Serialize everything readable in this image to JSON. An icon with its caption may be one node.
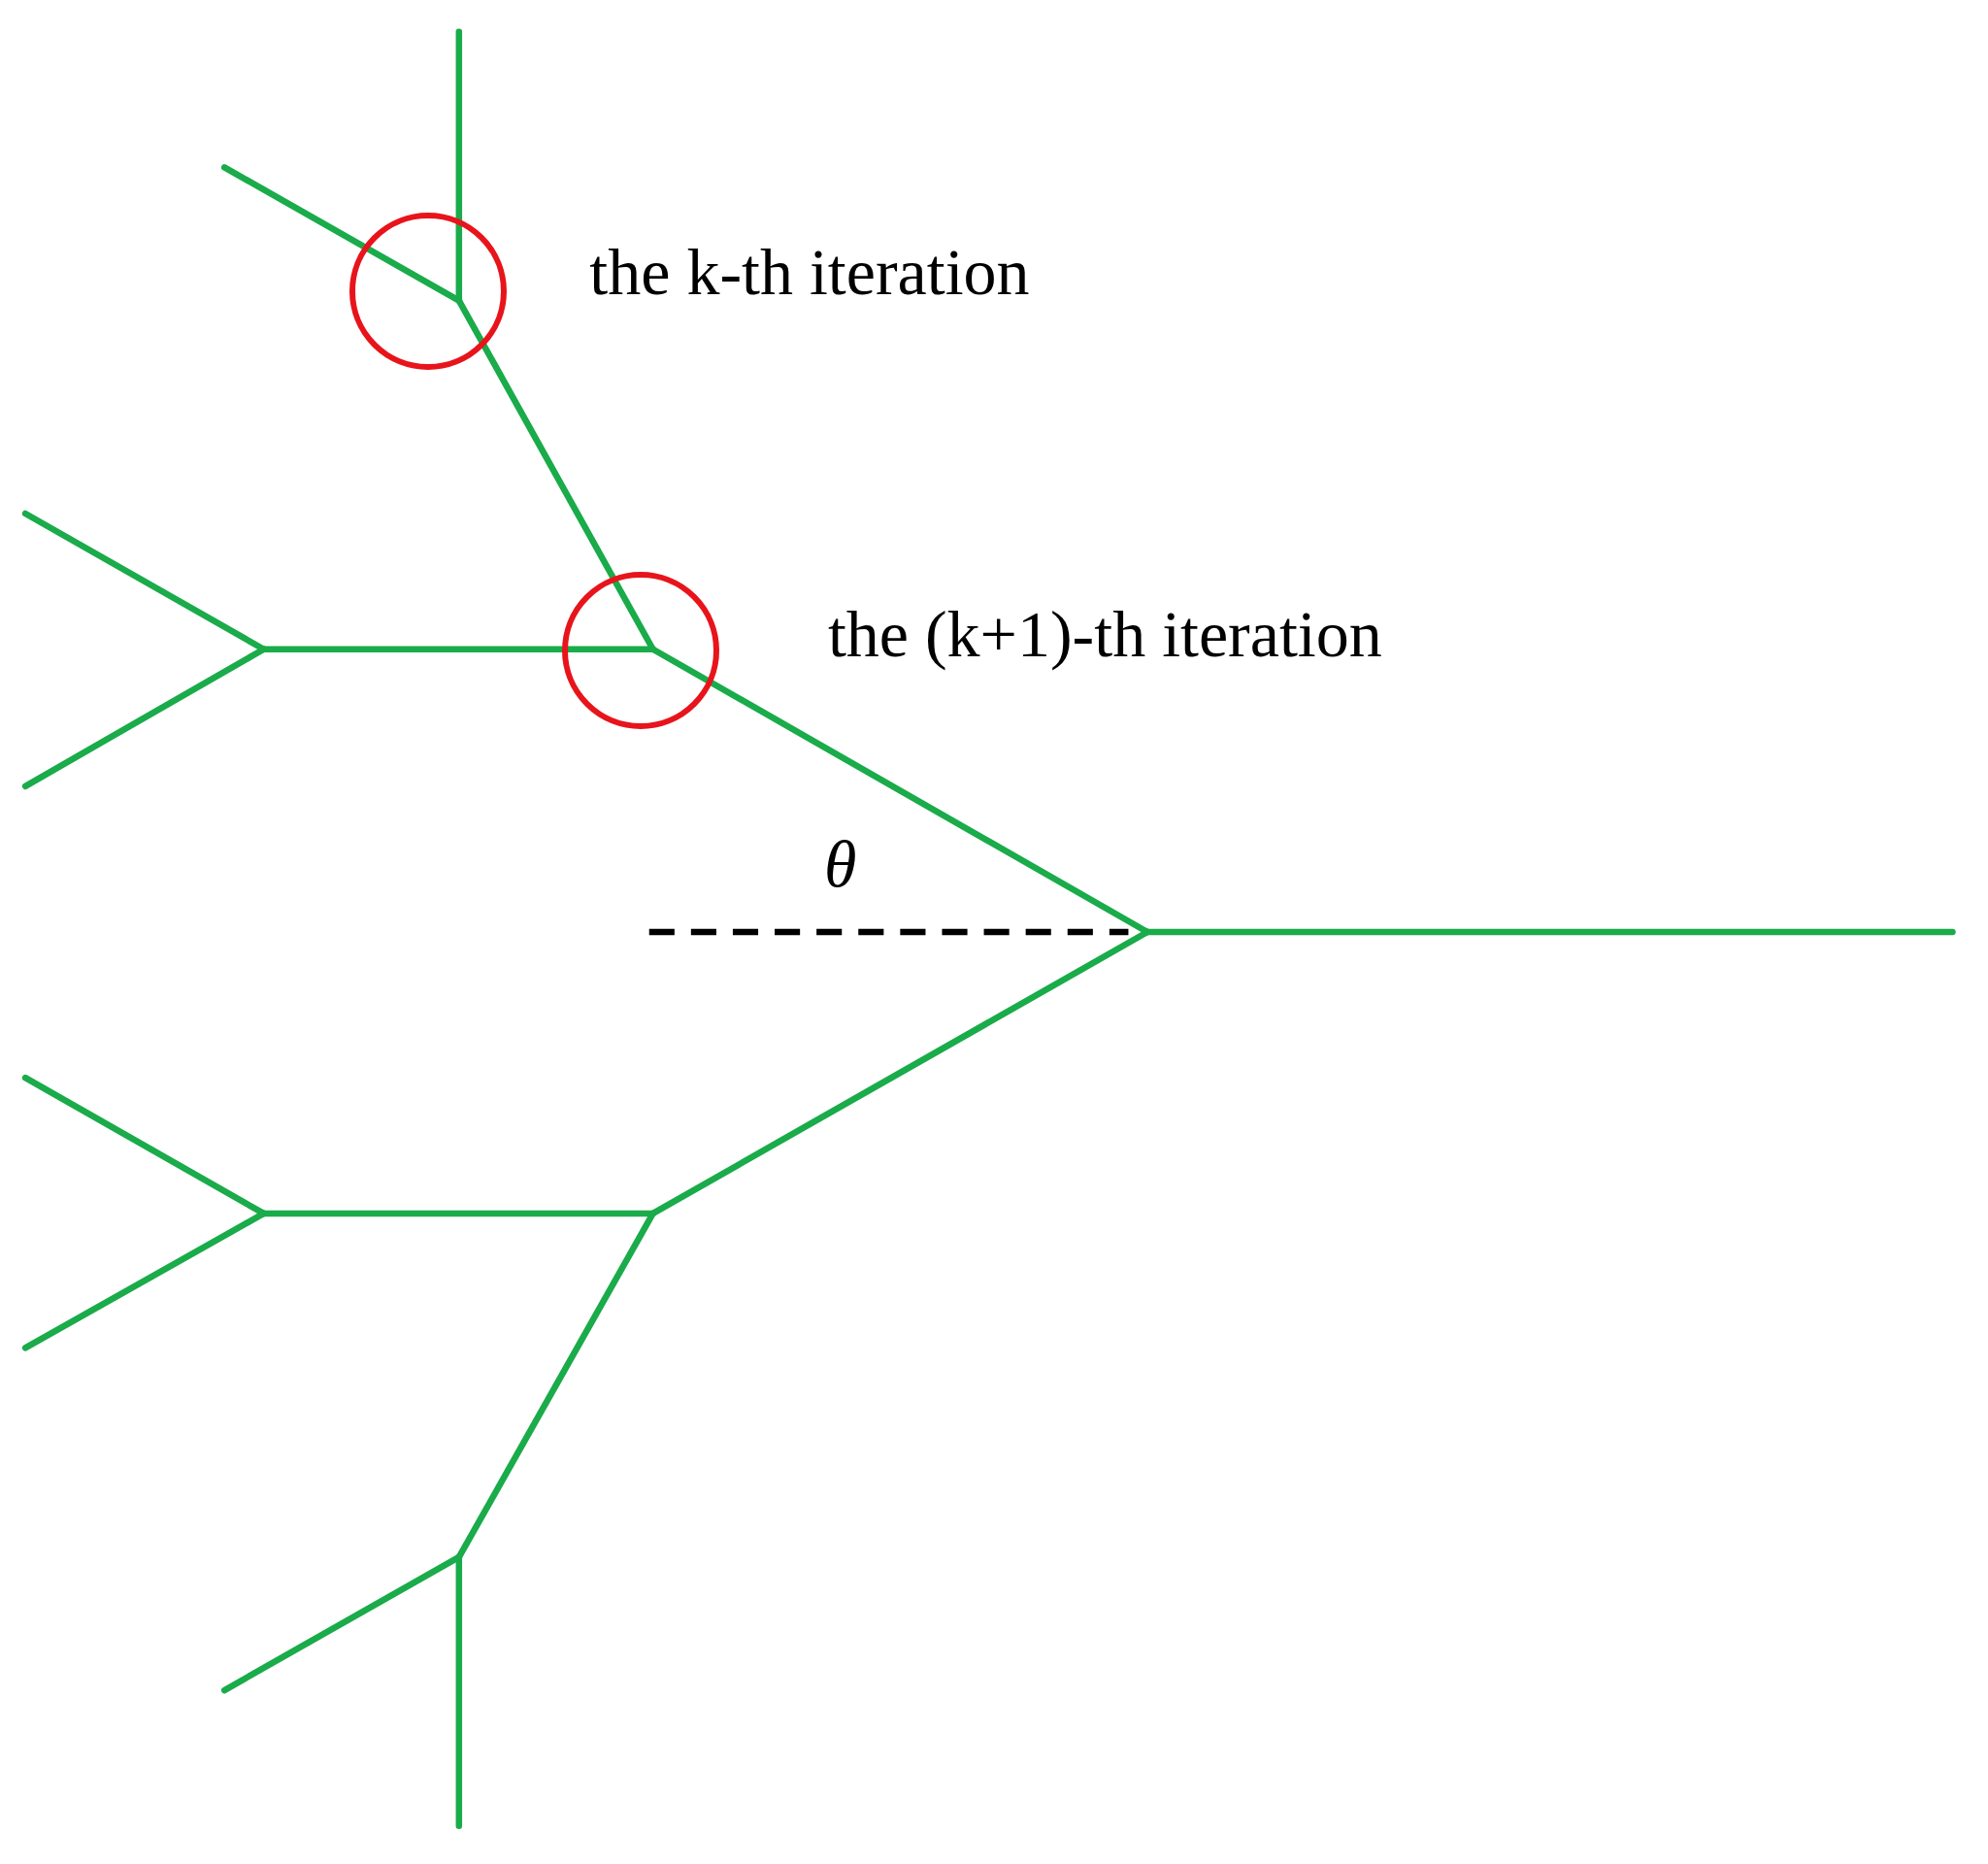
{
  "diagram": {
    "nodes": [
      {
        "text": [],
        "shape": "circle",
        "beside": [
          "the k-th iteration"
        ]
      },
      {
        "text": [],
        "shape": "circle",
        "beside": [
          "the (k+1)-th iteration"
        ]
      }
    ],
    "labels": [
      "θ"
    ]
  }
}
